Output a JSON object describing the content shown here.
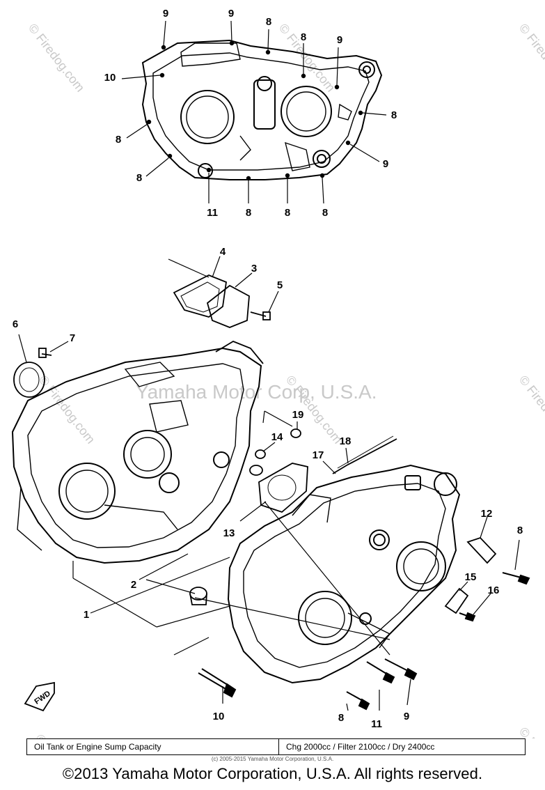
{
  "callouts": {
    "top": [
      {
        "key": "t1",
        "text": "9"
      },
      {
        "key": "t2",
        "text": "9"
      },
      {
        "key": "t3",
        "text": "8"
      },
      {
        "key": "t4",
        "text": "8"
      },
      {
        "key": "t5",
        "text": "9"
      },
      {
        "key": "t6",
        "text": "10"
      },
      {
        "key": "t7",
        "text": "8"
      },
      {
        "key": "t8",
        "text": "8"
      },
      {
        "key": "t9",
        "text": "9"
      },
      {
        "key": "t10",
        "text": "8"
      },
      {
        "key": "t11",
        "text": "11"
      },
      {
        "key": "t12",
        "text": "8"
      },
      {
        "key": "t13",
        "text": "8"
      },
      {
        "key": "t14",
        "text": "8"
      }
    ],
    "bottom": [
      {
        "key": "b1",
        "text": "4"
      },
      {
        "key": "b2",
        "text": "3"
      },
      {
        "key": "b3",
        "text": "5"
      },
      {
        "key": "b4",
        "text": "6"
      },
      {
        "key": "b5",
        "text": "7"
      },
      {
        "key": "b6",
        "text": "19"
      },
      {
        "key": "b7",
        "text": "14"
      },
      {
        "key": "b8",
        "text": "18"
      },
      {
        "key": "b9",
        "text": "17"
      },
      {
        "key": "b10",
        "text": "12"
      },
      {
        "key": "b11",
        "text": "8"
      },
      {
        "key": "b12",
        "text": "13"
      },
      {
        "key": "b13",
        "text": "2"
      },
      {
        "key": "b14",
        "text": "15"
      },
      {
        "key": "b15",
        "text": "16"
      },
      {
        "key": "b16",
        "text": "1"
      },
      {
        "key": "b17",
        "text": "10"
      },
      {
        "key": "b18",
        "text": "8"
      },
      {
        "key": "b19",
        "text": "11"
      },
      {
        "key": "b20",
        "text": "9"
      }
    ]
  },
  "direction_marker": "FWD",
  "watermarks": {
    "site": "© Firedog.com",
    "corp": "Yamaha Motor Corp, U.S.A."
  },
  "capacity": {
    "label": "Oil Tank or Engine Sump Capacity",
    "value": "Chg 2000cc / Filter 2100cc / Dry 2400cc"
  },
  "small_copyright": "(c) 2005-2015 Yamaha Motor Corporation, U.S.A.",
  "footer_copyright": "©2013 Yamaha Motor Corporation, U.S.A. All rights reserved."
}
